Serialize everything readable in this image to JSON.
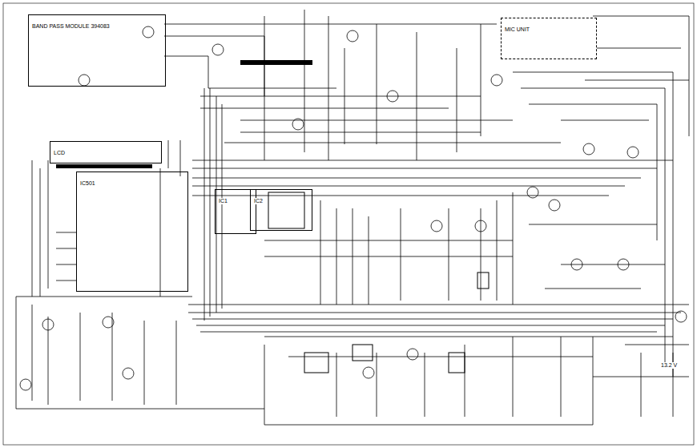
{
  "diagram": {
    "nodes": [
      {
        "text": [
          "BAND PASS MODULE 394083"
        ]
      },
      {
        "text": [
          "MIC UNIT"
        ]
      },
      {
        "text": [
          "LCD"
        ]
      },
      {
        "text": [
          "IC501"
        ]
      },
      {
        "text": [
          "IC1"
        ]
      },
      {
        "text": [
          "IC2"
        ]
      }
    ],
    "labels": [
      "13.2 V"
    ]
  }
}
